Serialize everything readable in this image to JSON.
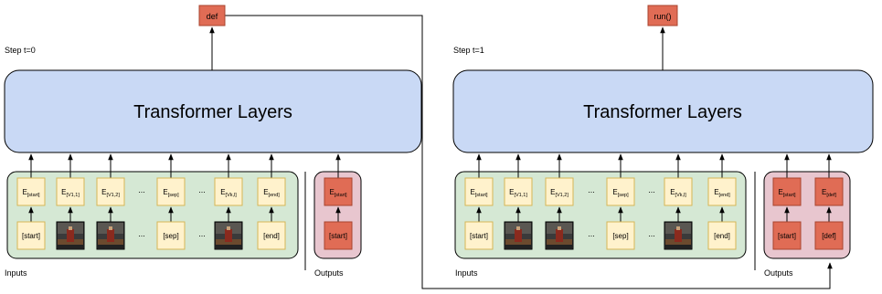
{
  "colors": {
    "transformer_fill": "#c9d9f5",
    "inputs_panel": "#d5e8d4",
    "outputs_panel": "#e8c6cf",
    "embed_box": "#fff2cc",
    "embed_stroke": "#d6b656",
    "red_box": "#e06c55",
    "red_stroke": "#a8442f",
    "image_tile": "#3a3a3a"
  },
  "step0": {
    "step_label": "Step t=0",
    "output_token": "def",
    "transformer_title": "Transformer Layers",
    "inputs_label": "Inputs",
    "outputs_label": "Outputs",
    "ellipsis": "...",
    "embeddings": [
      {
        "main": "E",
        "sub": "[start]"
      },
      {
        "main": "E",
        "sub": "[V1,1]"
      },
      {
        "main": "E",
        "sub": "[V1,2]"
      },
      {
        "main": "E",
        "sub": "[sep]"
      },
      {
        "main": "E",
        "sub": "[Vk,l]"
      },
      {
        "main": "E",
        "sub": "[end]"
      }
    ],
    "input_tokens": [
      "[start]",
      "image",
      "image",
      "[sep]",
      "image",
      "[end]"
    ],
    "output_embeddings": [
      {
        "main": "E",
        "sub": "[start]"
      }
    ],
    "output_tokens": [
      "[start]"
    ]
  },
  "step1": {
    "step_label": "Step t=1",
    "output_token": "run()",
    "transformer_title": "Transformer Layers",
    "inputs_label": "Inputs",
    "outputs_label": "Outputs",
    "ellipsis": "...",
    "embeddings": [
      {
        "main": "E",
        "sub": "[start]"
      },
      {
        "main": "E",
        "sub": "[V1,1]"
      },
      {
        "main": "E",
        "sub": "[V1,2]"
      },
      {
        "main": "E",
        "sub": "[sep]"
      },
      {
        "main": "E",
        "sub": "[Vk,l]"
      },
      {
        "main": "E",
        "sub": "[end]"
      }
    ],
    "input_tokens": [
      "[start]",
      "image",
      "image",
      "[sep]",
      "image",
      "[end]"
    ],
    "output_embeddings": [
      {
        "main": "E",
        "sub": "[start]"
      },
      {
        "main": "E",
        "sub": "[def]"
      }
    ],
    "output_tokens": [
      "[start]",
      "[def]"
    ]
  }
}
